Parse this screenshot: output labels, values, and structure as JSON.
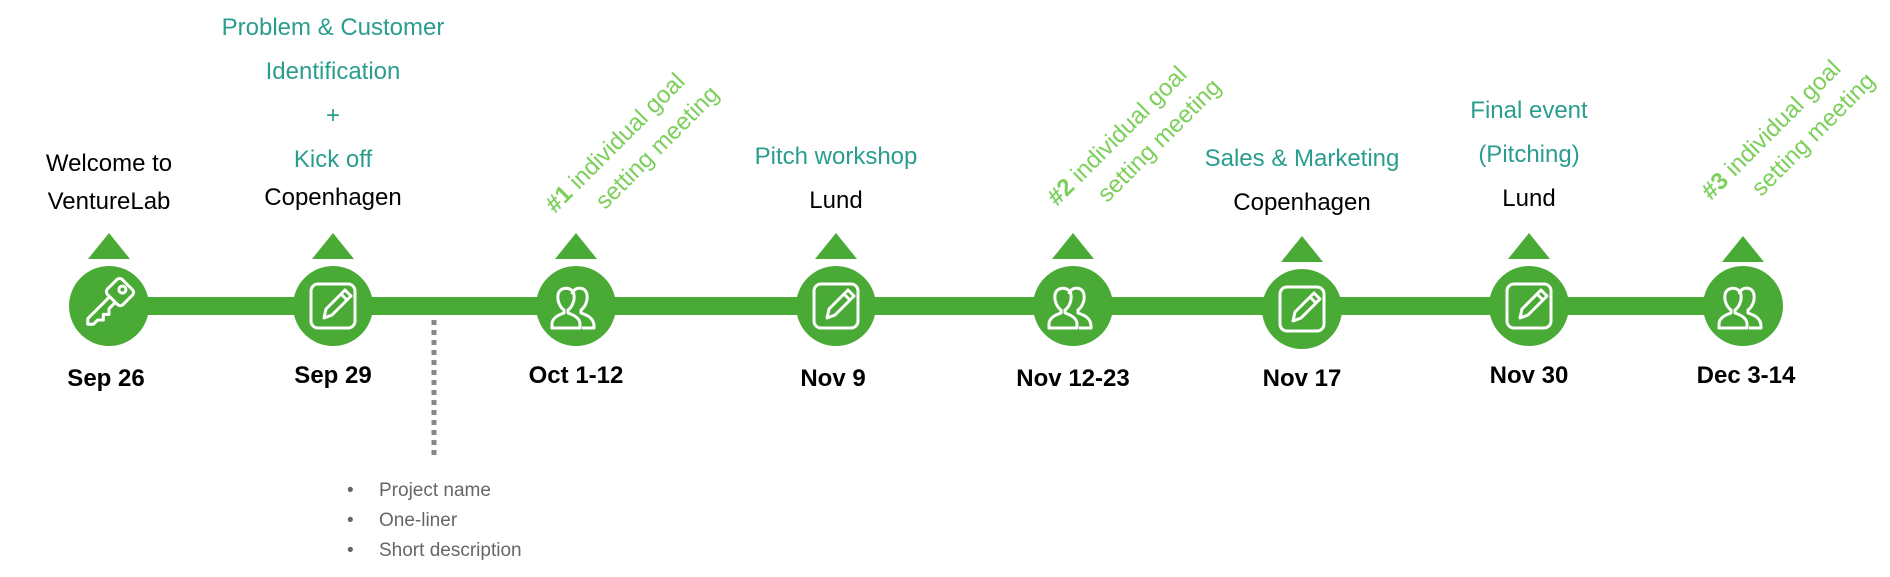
{
  "events": [
    {
      "id": "e1",
      "date": "Sep 26",
      "icon": "key-icon",
      "label_lines": [
        "Welcome to",
        "VentureLab"
      ],
      "location": ""
    },
    {
      "id": "e2",
      "date": "Sep 29",
      "icon": "edit-icon",
      "label_lines": [
        "Problem & Customer",
        "Identification",
        "+",
        "Kick off"
      ],
      "location": "Copenhagen"
    },
    {
      "id": "e3",
      "date": "Oct 1-12",
      "icon": "users-icon",
      "goal": {
        "num": "#1",
        "text1": "individual goal",
        "text2": "setting meeting"
      }
    },
    {
      "id": "e4",
      "date": "Nov 9",
      "icon": "edit-icon",
      "label_lines": [
        "Pitch workshop"
      ],
      "location": "Lund"
    },
    {
      "id": "e5",
      "date": "Nov 12-23",
      "icon": "users-icon",
      "goal": {
        "num": "#2",
        "text1": "individual goal",
        "text2": "setting meeting"
      }
    },
    {
      "id": "e6",
      "date": "Nov 17",
      "icon": "edit-icon",
      "label_lines": [
        "Sales & Marketing"
      ],
      "location": "Copenhagen"
    },
    {
      "id": "e7",
      "date": "Nov 30",
      "icon": "edit-icon",
      "label_lines": [
        "Final event",
        "(Pitching)"
      ],
      "location": "Lund"
    },
    {
      "id": "e8",
      "date": "Dec 3-14",
      "icon": "users-icon",
      "goal": {
        "num": "#3",
        "text1": "individual goal",
        "text2": "setting meeting"
      }
    }
  ],
  "deliverables": [
    "Project name",
    "One-liner",
    "Short description"
  ],
  "colors": {
    "green": "#4aaa36",
    "teal": "#2a9d8f",
    "light_green": "#7ccf5a",
    "grey": "#888888"
  }
}
